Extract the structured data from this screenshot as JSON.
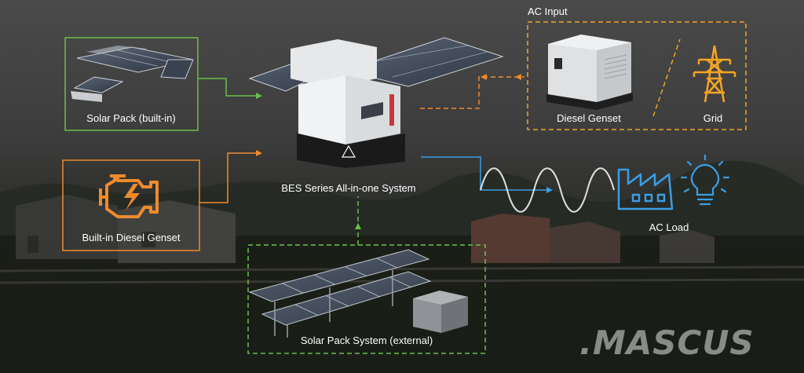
{
  "labels": {
    "ac_input": "AC Input",
    "diesel_genset": "Diesel Genset",
    "grid": "Grid",
    "solar_pack_builtin": "Solar Pack (built-in)",
    "builtin_diesel_genset": "Built-in Diesel Genset",
    "bes_system": "BES Series All-in-one System",
    "ac_load": "AC Load",
    "solar_pack_external": "Solar Pack System (external)"
  },
  "watermark": ".MASCUS",
  "colors": {
    "green": "#6abf4b",
    "orange": "#f08a2c",
    "amber": "#f5a623",
    "blue": "#3a9ee6",
    "white": "#ffffff"
  },
  "icons": {
    "engine": "engine-warning-icon",
    "grid": "power-tower-icon",
    "factory": "factory-icon",
    "bulb": "light-bulb-icon"
  }
}
